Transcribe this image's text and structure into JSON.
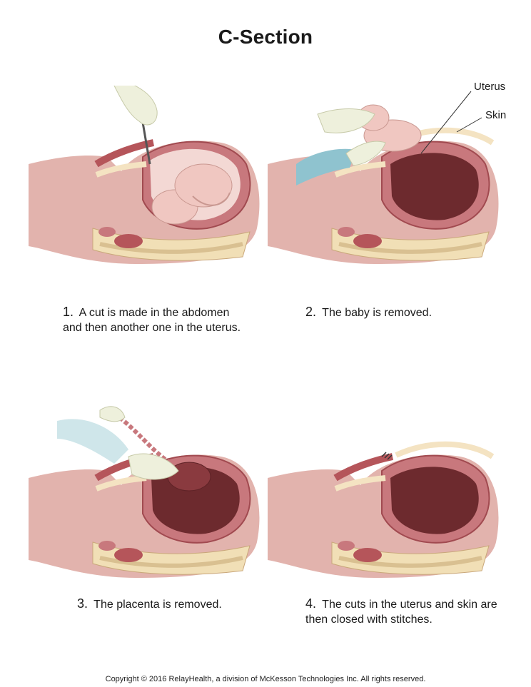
{
  "title": "C-Section",
  "labels": {
    "uterus": "Uterus",
    "skin": "Skin"
  },
  "steps": [
    {
      "number": "1.",
      "text": "A cut is made in the abdomen and then another one in the uterus."
    },
    {
      "number": "2.",
      "text": "The baby is removed."
    },
    {
      "number": "3.",
      "text": "The placenta is removed."
    },
    {
      "number": "4.",
      "text": "The cuts in the uterus and skin are then closed with stitches."
    }
  ],
  "copyright": "Copyright © 2016 RelayHealth, a division of McKesson Technologies Inc. All rights reserved.",
  "colors": {
    "skin": "#e2b3ad",
    "tissue": "#b5555a",
    "uterus_wall": "#c8787d",
    "cavity": "#6d2a2e",
    "bone": "#f1dfb6",
    "fat": "#f4e3c2",
    "baby": "#f0c7c1",
    "glove": "#eef0dc",
    "gown": "#8fc3cf"
  }
}
